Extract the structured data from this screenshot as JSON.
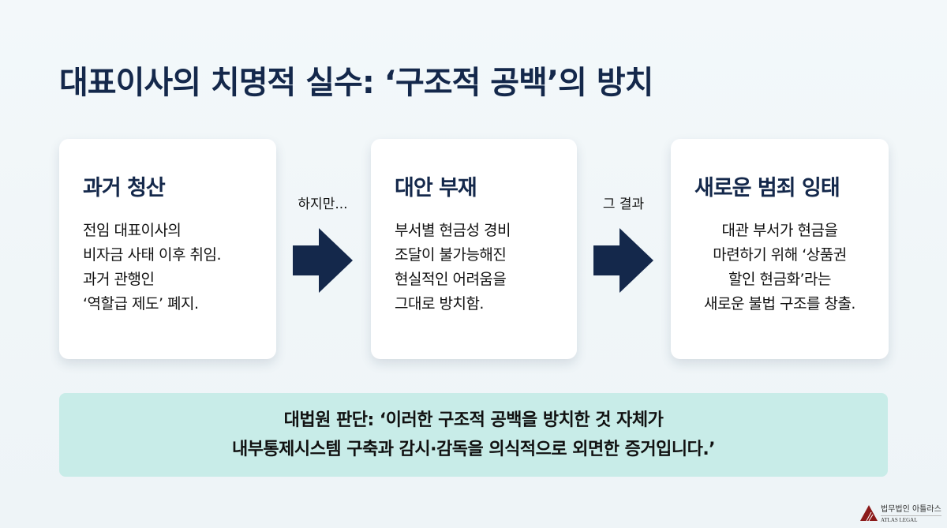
{
  "title": "대표이사의 치명적 실수: ‘구조적 공백’의 방치",
  "cards": [
    {
      "heading": "과거 청산",
      "lines": [
        "전임 대표이사의",
        "비자금 사태 이후 취임.",
        "과거 관행인",
        "‘역할급 제도’ 폐지."
      ]
    },
    {
      "heading": "대안 부재",
      "lines": [
        "부서별 현금성 경비",
        "조달이 불가능해진",
        "현실적인 어려움을",
        "그대로 방치함."
      ]
    },
    {
      "heading": "새로운 범죄 잉태",
      "lines": [
        "대관 부서가 현금을",
        "마련하기 위해 ‘상품권",
        "할인 현금화’라는",
        "새로운 불법 구조를 창출."
      ]
    }
  ],
  "connectors": [
    {
      "label": "하지만...",
      "icon": "arrow-right-icon"
    },
    {
      "label": "그 결과",
      "icon": "arrow-right-icon"
    }
  ],
  "verdict": {
    "lines": [
      "대법원 판단: ‘이러한 구조적 공백을 방치한 것 자체가",
      "내부통제시스템 구축과 감시·감독을 의식적으로 외면한 증거입니다.’"
    ]
  },
  "logo": {
    "korean": "법무법인 아틀라스",
    "english": "ATLAS LEGAL"
  },
  "colors": {
    "navy": "#14284b",
    "verdict_bg": "#c8ece8",
    "logo_red": "#8b1a1a"
  }
}
